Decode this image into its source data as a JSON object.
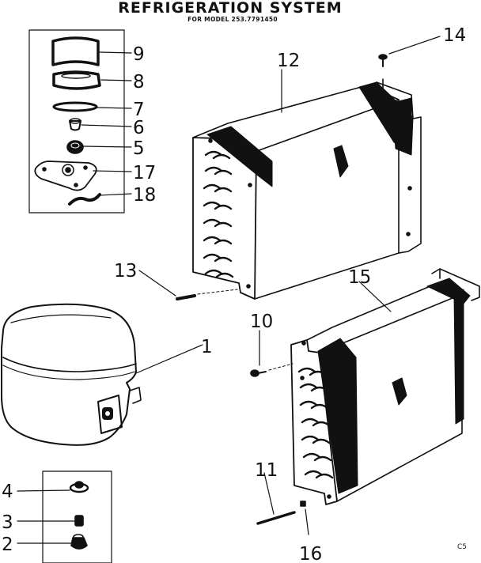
{
  "diagram": {
    "title": "REFRIGERATION SYSTEM",
    "subtitle": "FOR MODEL 253.7791450",
    "corner_code": "C5",
    "callouts": {
      "c1": "1",
      "c2": "2",
      "c3": "3",
      "c4": "4",
      "c5": "5",
      "c6": "6",
      "c7": "7",
      "c8": "8",
      "c9": "9",
      "c10": "10",
      "c11": "11",
      "c12": "12",
      "c13": "13",
      "c14": "14",
      "c15": "15",
      "c16": "16",
      "c17": "17",
      "c18": "18"
    }
  }
}
